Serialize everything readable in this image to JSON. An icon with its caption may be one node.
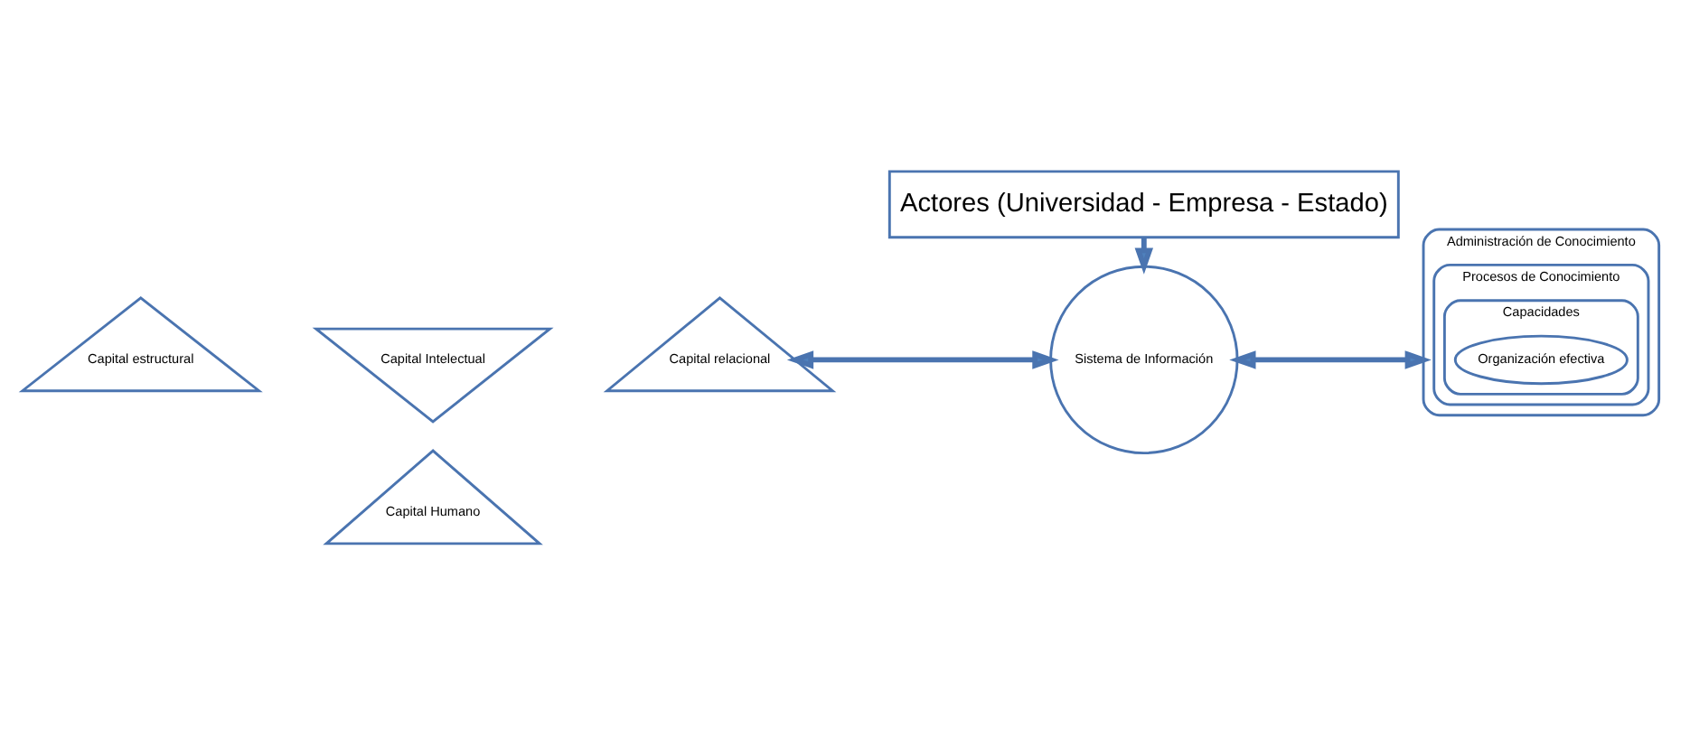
{
  "diagram": {
    "nodes": [
      {
        "text": [
          "Capital Humano"
        ]
      },
      {
        "text": [
          "Capital Intelectual"
        ]
      },
      {
        "text": [
          "Capital estructural"
        ]
      },
      {
        "text": [
          "Capital relacional"
        ]
      },
      {
        "text": [
          "Sistema de Información"
        ]
      },
      {
        "text": [
          "Administración de Conocimiento"
        ]
      },
      {
        "text": [
          "Procesos de Conocimiento"
        ],
        "in": 5
      },
      {
        "text": [
          "Capacidades"
        ],
        "in": 6
      },
      {
        "text": [
          "Organización efectiva"
        ],
        "in": 7
      },
      {
        "text": [
          "Actores (Universidad - Empresa - Estado)"
        ]
      }
    ],
    "edges": [
      {
        "from": 3,
        "to": 4,
        "arrow": "both"
      },
      {
        "from": 4,
        "to": 5,
        "arrow": "both"
      },
      {
        "from": 9,
        "to": 4,
        "arrow": "to"
      }
    ]
  }
}
